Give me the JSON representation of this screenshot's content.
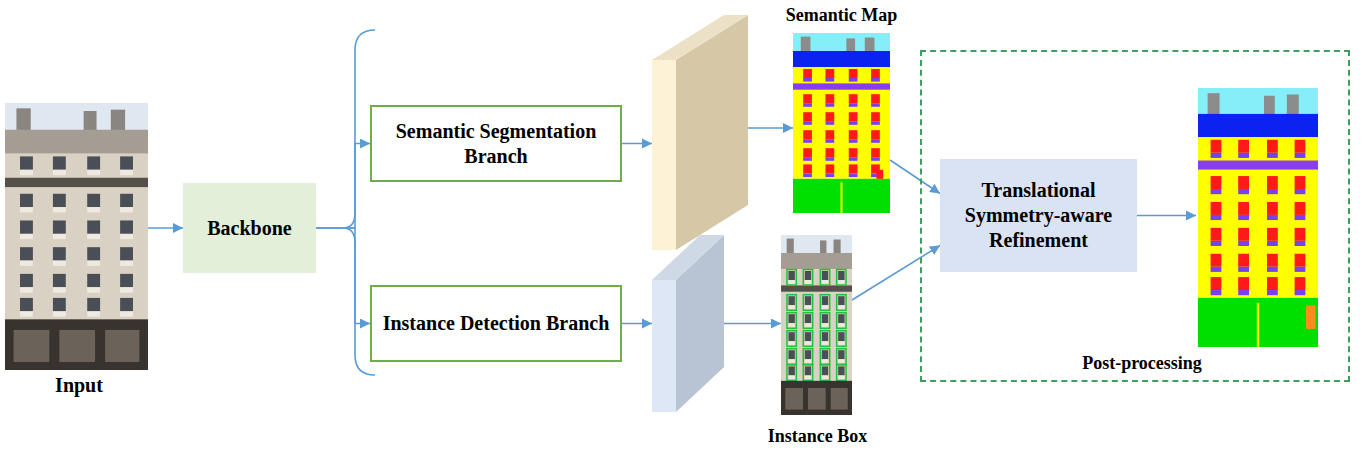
{
  "diagram": {
    "nodes": [
      {
        "text": [
          "Input"
        ]
      },
      {
        "text": [
          "Backbone"
        ]
      },
      {
        "text": [
          "Semantic Segmentation Branch"
        ]
      },
      {
        "text": [
          "Instance Detection Branch"
        ]
      },
      {
        "text": [
          "Semantic Map"
        ]
      },
      {
        "text": [
          "Instance Box"
        ]
      },
      {
        "text": [
          "Post-processing"
        ]
      },
      {
        "text": [
          "Translational Symmetry-aware Refinement"
        ],
        "in": 6
      }
    ],
    "edges": [
      {
        "from": 0,
        "to": 1,
        "arrow": "to"
      },
      {
        "from": 1,
        "to": 2,
        "arrow": "to"
      },
      {
        "from": 1,
        "to": 3,
        "arrow": "to"
      },
      {
        "from": 2,
        "to": 4,
        "arrow": "to"
      },
      {
        "from": 3,
        "to": 5,
        "arrow": "to"
      },
      {
        "from": 4,
        "to": 7,
        "arrow": "to"
      },
      {
        "from": 5,
        "to": 7,
        "arrow": "to"
      }
    ]
  }
}
